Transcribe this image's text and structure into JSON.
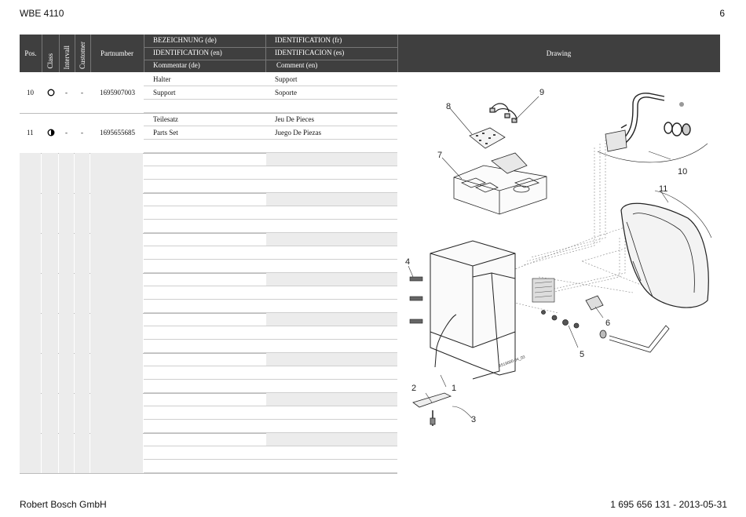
{
  "header": {
    "model": "WBE 4110",
    "page": "6"
  },
  "footer": {
    "company": "Robert Bosch GmbH",
    "doc_ref": "1 695 656 131  -  2013-05-31"
  },
  "table_header": {
    "pos": "Pos.",
    "class": "Class",
    "intervall": "Intervall",
    "customer": "Customer",
    "partnumber": "Partnumber",
    "bez_de": "BEZEICHNUNG (de)",
    "ident_fr": "IDENTIFICATION (fr)",
    "ident_en": "IDENTIFICATION (en)",
    "ident_es": "IDENTIFICACION (es)",
    "komm_de": "Kommentar (de)",
    "comment_en": "Comment (en)",
    "drawing": "Drawing"
  },
  "rows": [
    {
      "pos": "10",
      "class_symbol": "circle-open",
      "intervall": "-",
      "customer": "-",
      "partnumber": "1695907003",
      "de": "Halter",
      "fr": "Support",
      "en": "Support",
      "es": "Soporte",
      "comment_de": "",
      "comment_en": ""
    },
    {
      "pos": "11",
      "class_symbol": "circle-half",
      "intervall": "-",
      "customer": "-",
      "partnumber": "1695655685",
      "de": "Teilesatz",
      "fr": "Jeu De Pieces",
      "en": "Parts Set",
      "es": "Juego De Piezas",
      "comment_de": "",
      "comment_en": ""
    }
  ],
  "drawing": {
    "callouts": [
      "1",
      "2",
      "3",
      "4",
      "5",
      "6",
      "7",
      "8",
      "9",
      "10",
      "11"
    ],
    "stamp": "6519000-04_03"
  }
}
